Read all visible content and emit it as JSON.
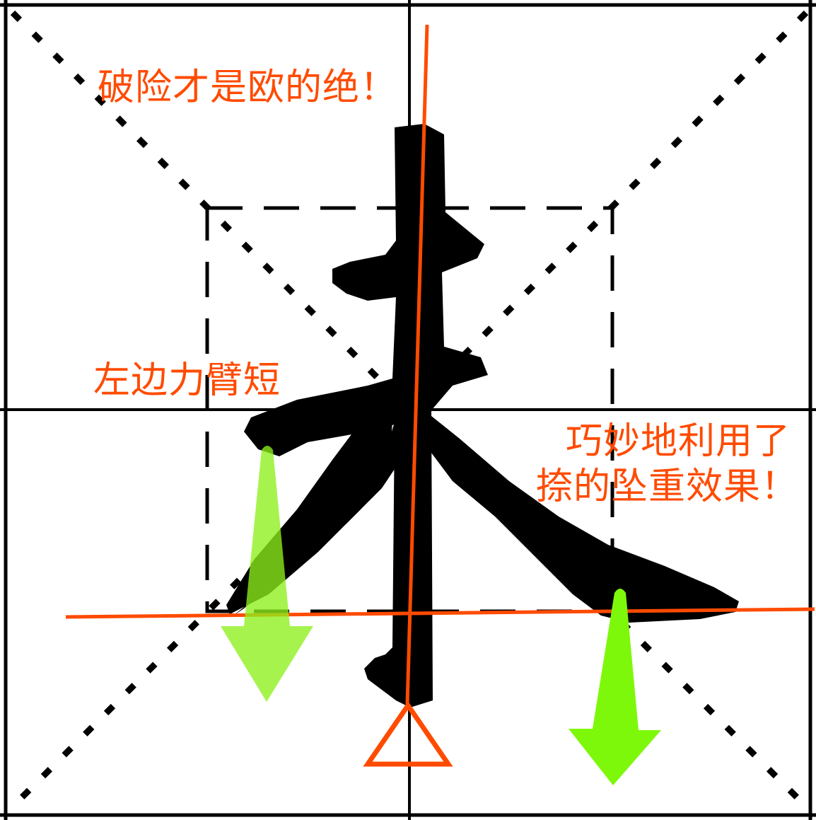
{
  "diagram": {
    "subject_character": "木",
    "grid_type": "米字格",
    "annotations": {
      "top": "破险才是欧的绝！",
      "left": "左边力臂短",
      "right_line1": "巧妙地利用了",
      "right_line2": "捺的坠重效果！"
    },
    "symbols": {
      "fulcrum": "triangle-fulcrum-icon",
      "left_weight_arrow": "down-arrow-icon",
      "right_weight_arrow": "down-arrow-icon"
    },
    "colors": {
      "annotation": "#ff4b00",
      "grid": "#000000",
      "ink": "#000000",
      "arrow_left": "#9ef23a",
      "arrow_right": "#7ef80a",
      "background": "#ffffff"
    }
  }
}
